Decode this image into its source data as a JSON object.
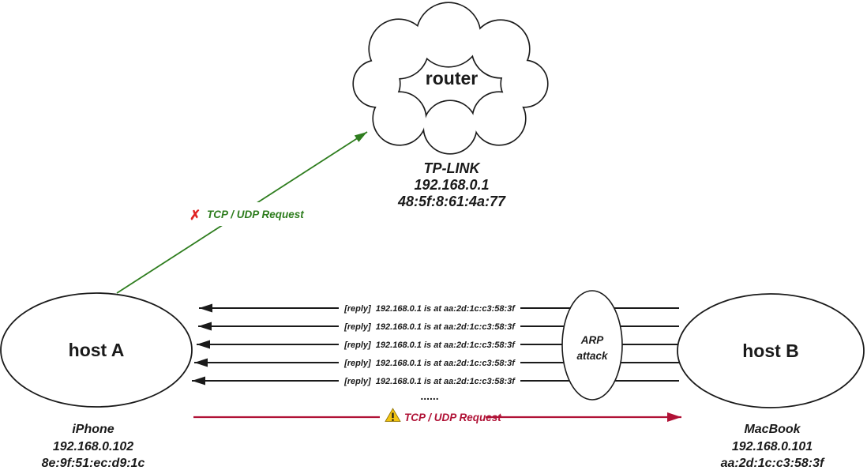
{
  "router": {
    "name": "router",
    "device": "TP-LINK",
    "ip": "192.168.0.1",
    "mac": "48:5f:8:61:4a:77"
  },
  "host_a": {
    "name": "host A",
    "device": "iPhone",
    "ip": "192.168.0.102",
    "mac": "8e:9f:51:ec:d9:1c"
  },
  "host_b": {
    "name": "host B",
    "device": "MacBook",
    "ip": "192.168.0.101",
    "mac": "aa:2d:1c:c3:58:3f"
  },
  "attack": {
    "line1": "ARP",
    "line2": "attack"
  },
  "blocked_request": {
    "x_mark": "✗",
    "label": "TCP / UDP Request"
  },
  "redirected_request": {
    "label": "TCP / UDP Request"
  },
  "replies": [
    "[reply]  192.168.0.1 is at aa:2d:1c:c3:58:3f",
    "[reply]  192.168.0.1 is at aa:2d:1c:c3:58:3f",
    "[reply]  192.168.0.1 is at aa:2d:1c:c3:58:3f",
    "[reply]  192.168.0.1 is at aa:2d:1c:c3:58:3f",
    "[reply]  192.168.0.1 is at aa:2d:1c:c3:58:3f"
  ],
  "ellipsis": "......",
  "colors": {
    "ink": "#1a1a1a",
    "green": "#2e7d1e",
    "bright_red": "#e02222",
    "crimson": "#b01236",
    "warning_yellow": "#f2c411"
  }
}
